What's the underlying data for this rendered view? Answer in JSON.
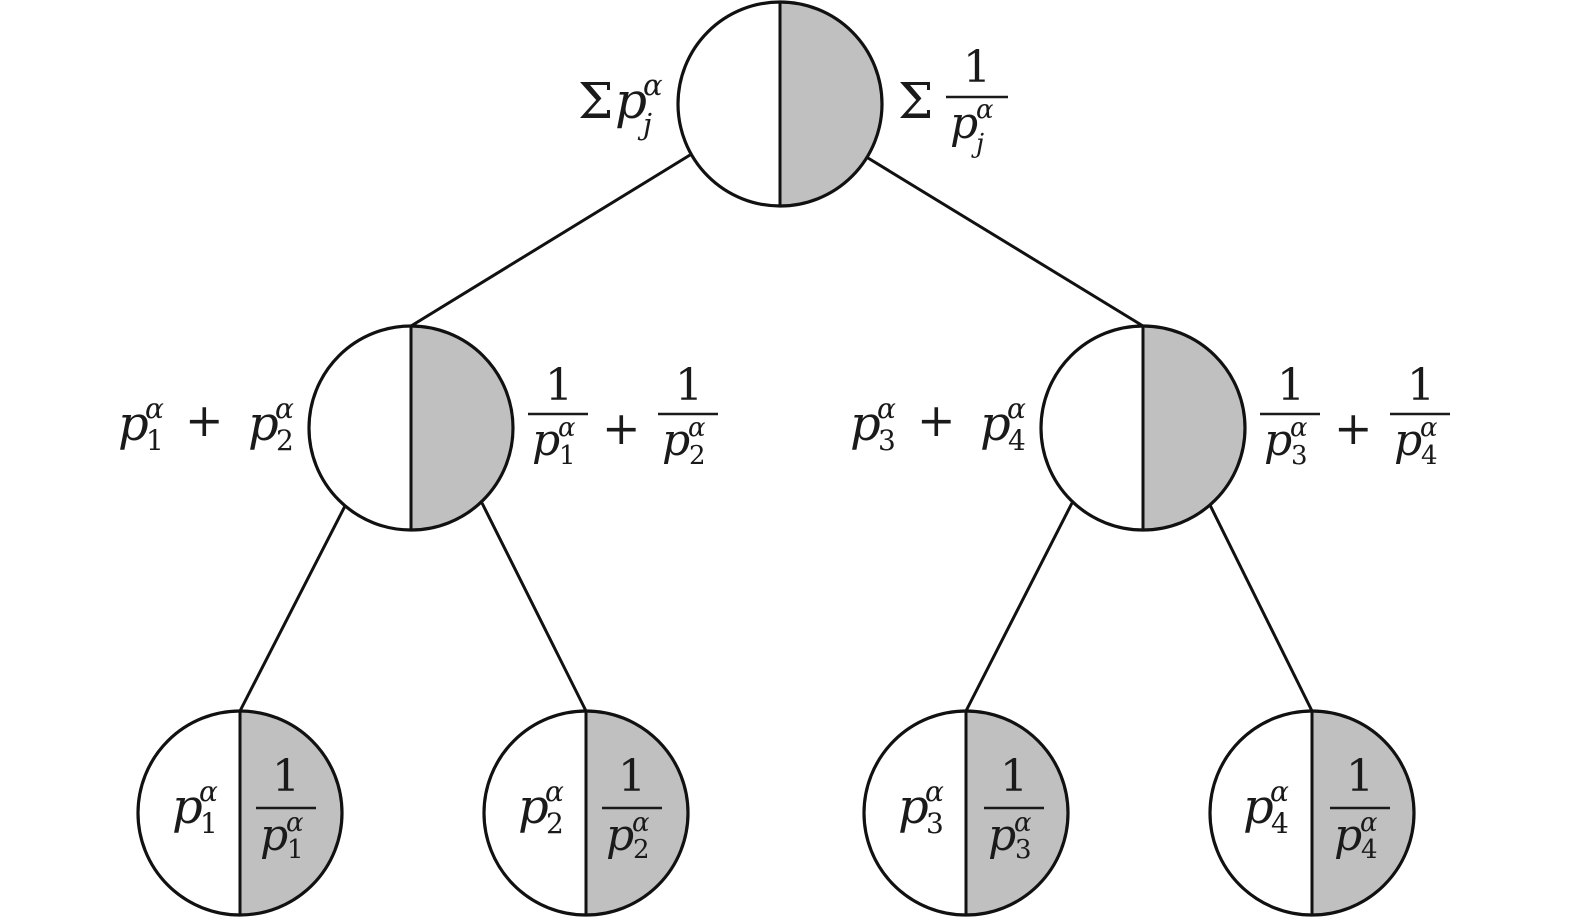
{
  "colors": {
    "stroke": "#111111",
    "fill_left": "#ffffff",
    "fill_right": "#c0c0c0",
    "text": "#1a1a1a"
  },
  "tokens": {
    "sigma": "Σ",
    "var": "p",
    "sup": "α",
    "sub_j": "j",
    "one": "1",
    "plus": "+",
    "i1": "1",
    "i2": "2",
    "i3": "3",
    "i4": "4"
  }
}
